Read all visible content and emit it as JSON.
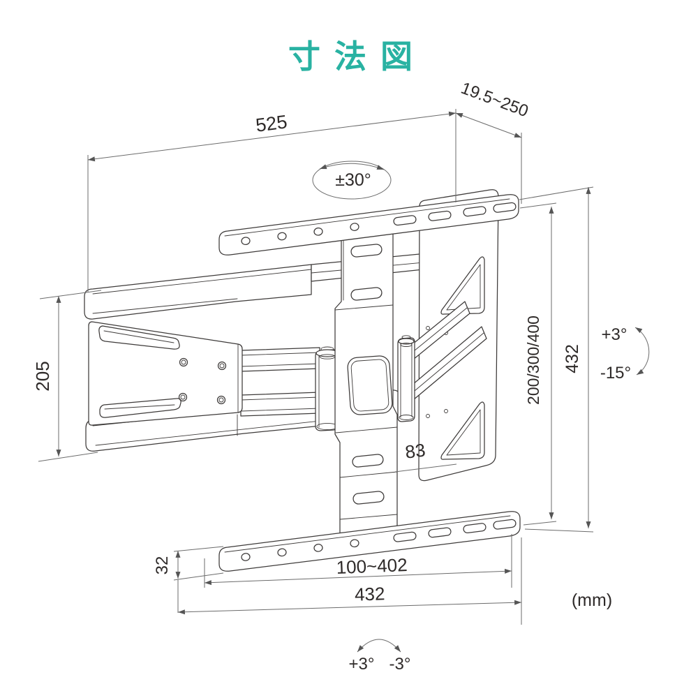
{
  "page": {
    "background": "#ffffff"
  },
  "title": {
    "text": "寸法図",
    "color": "#29b2a2"
  },
  "drawing": {
    "name": "tv-wall-mount-technical-drawing",
    "line_color": "#3d3a39"
  },
  "dimensions": {
    "top_width": "525",
    "wall_distance_range": "19.5~250",
    "swivel_range": "±30°",
    "left_height": "205",
    "vesa_vertical": "200/300/400",
    "right_height": "432",
    "tilt_up": "+3°",
    "tilt_down": "-15°",
    "center_column_width": "83",
    "bar_thickness": "32",
    "vesa_horizontal_range": "100~402",
    "bar_length": "432",
    "level_left": "+3°",
    "level_right": "-3°",
    "unit": "(mm)"
  }
}
